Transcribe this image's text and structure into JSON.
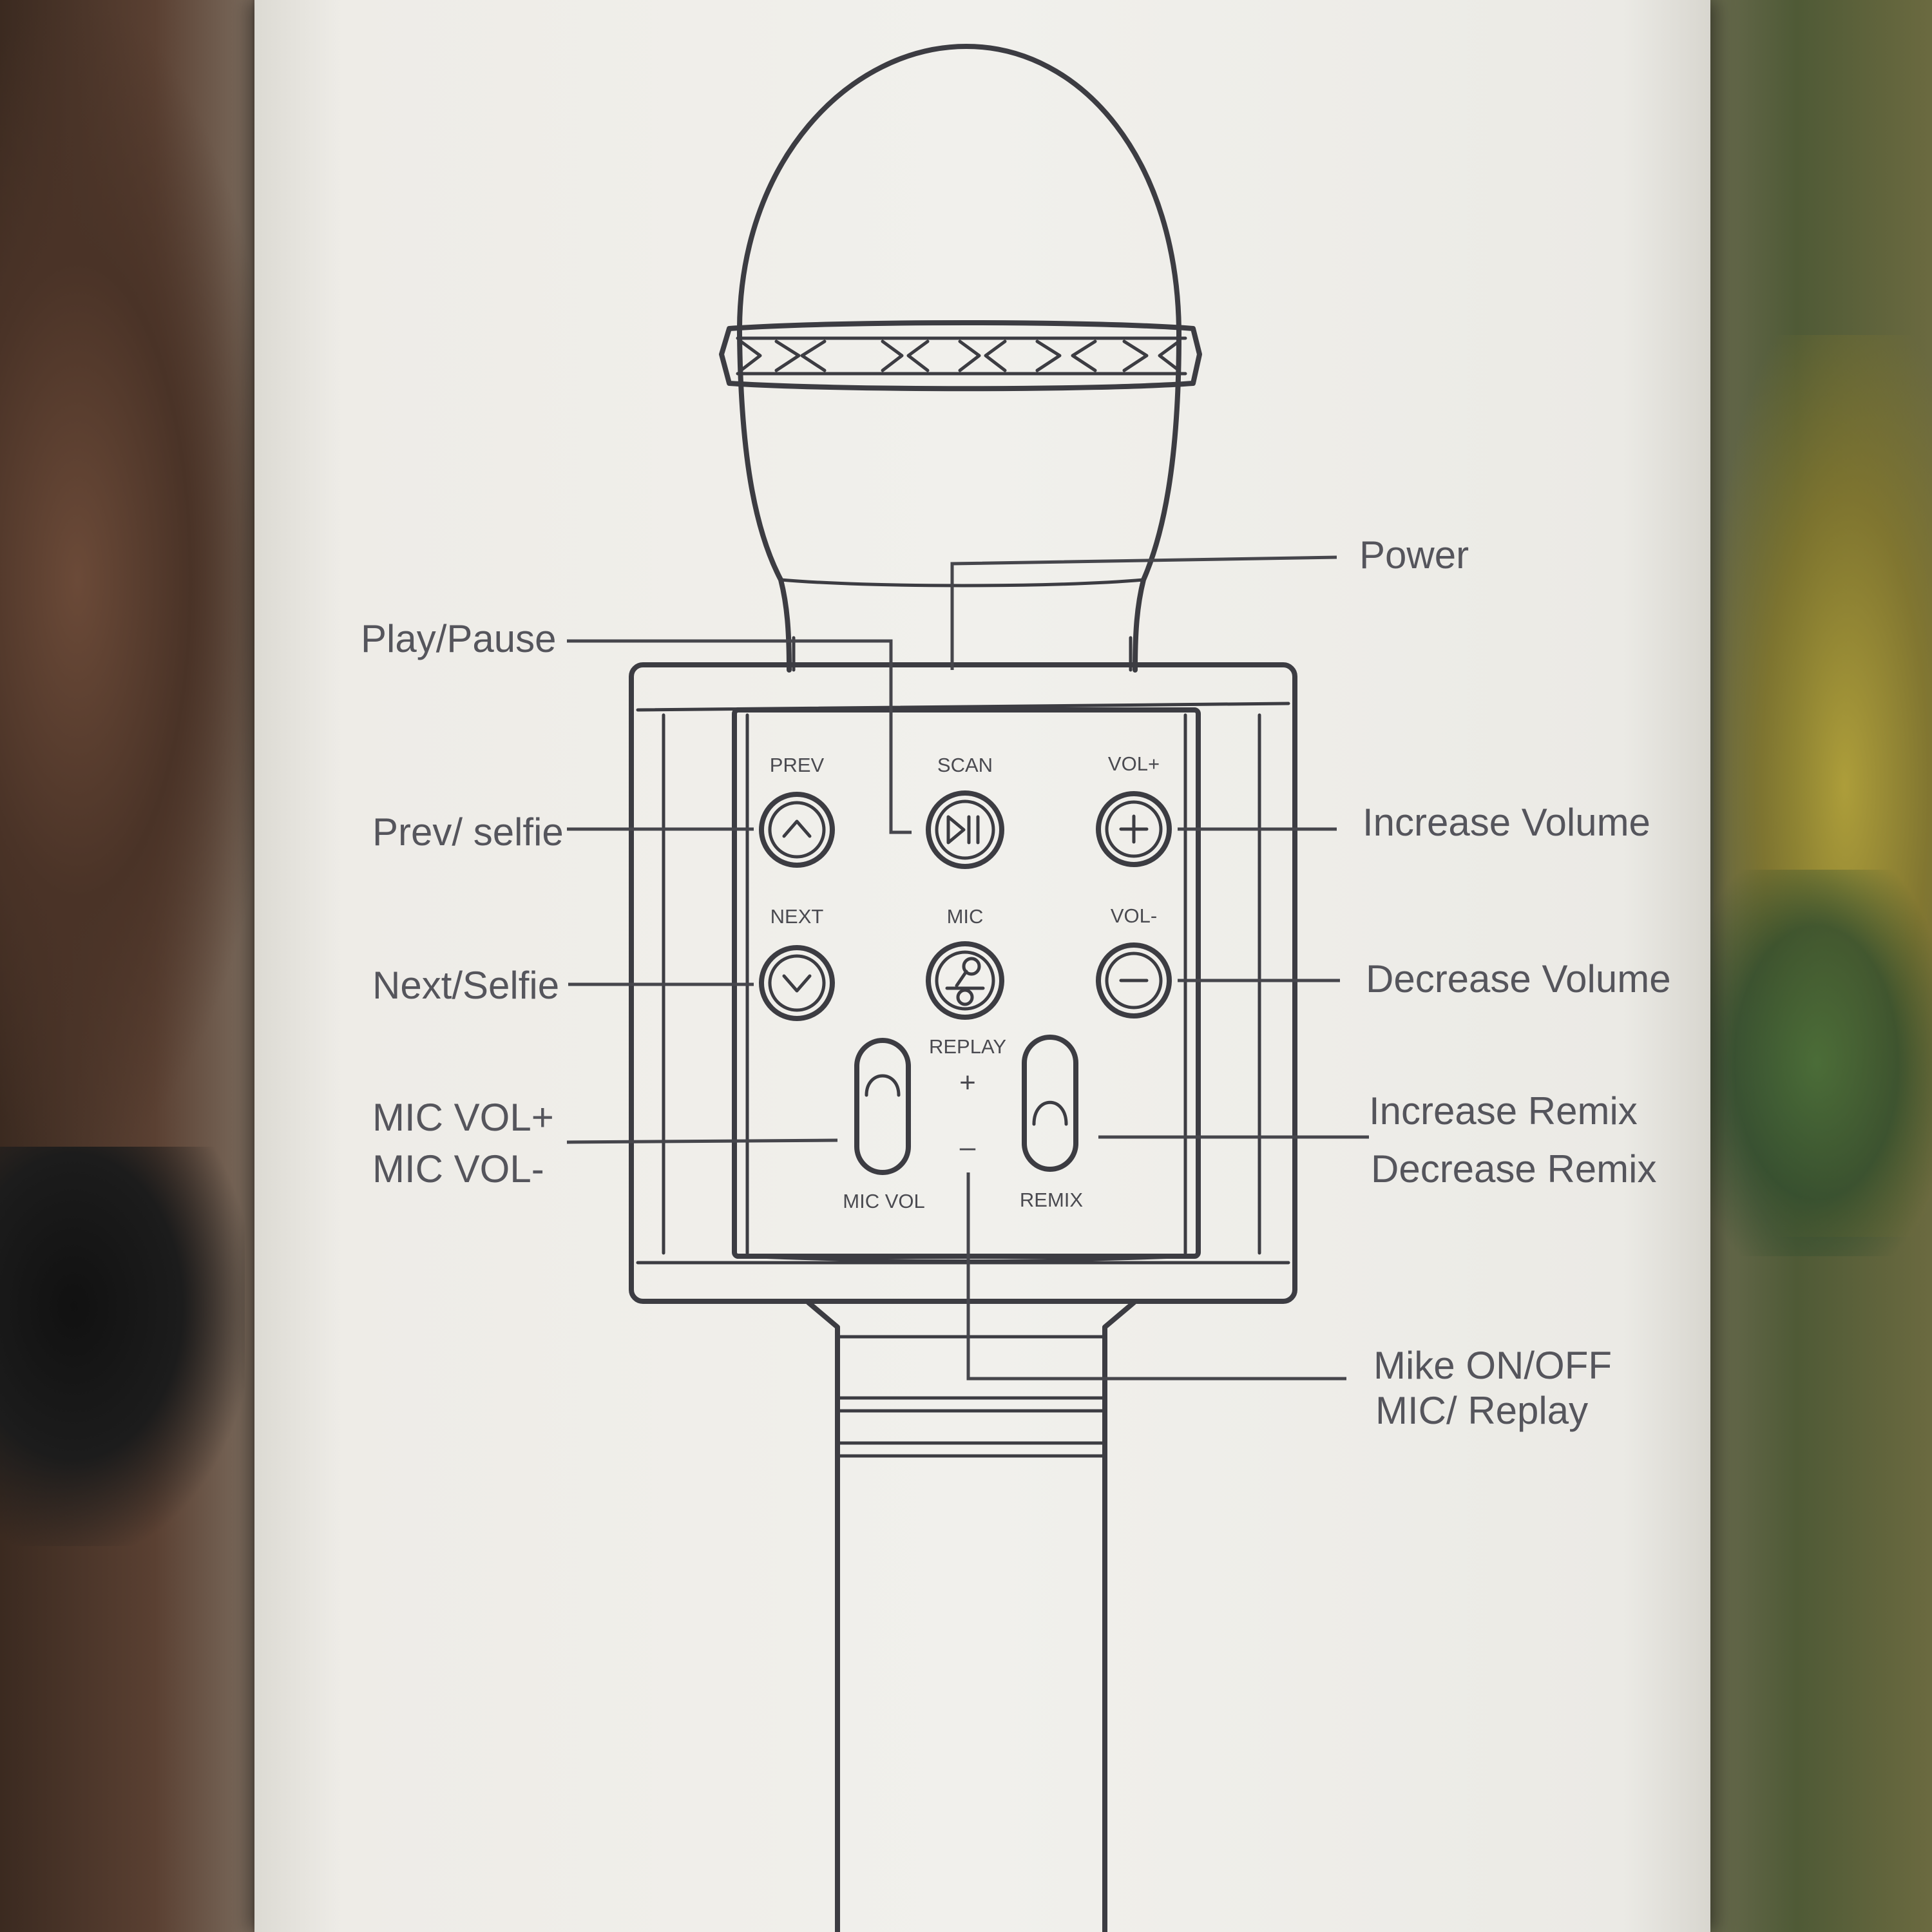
{
  "callouts": {
    "power": "Power",
    "play_pause": "Play/Pause",
    "prev_selfie": "Prev/ selfie",
    "next_selfie": "Next/Selfie",
    "mic_vol_plus": "MIC VOL+",
    "mic_vol_minus": "MIC VOL-",
    "increase_volume": "Increase Volume",
    "decrease_volume": "Decrease Volume",
    "increase_remix": "Increase Remix",
    "decrease_remix": "Decrease Remix",
    "mike_on_off": "Mike ON/OFF",
    "mic_replay": "MIC/ Replay"
  },
  "buttons": {
    "prev": "PREV",
    "scan": "SCAN",
    "vol_plus": "VOL+",
    "next": "NEXT",
    "mic": "MIC",
    "vol_minus": "VOL-",
    "replay": "REPLAY",
    "plus_sign": "+",
    "minus_sign": "–",
    "mic_vol": "MIC VOL",
    "remix": "REMIX"
  }
}
